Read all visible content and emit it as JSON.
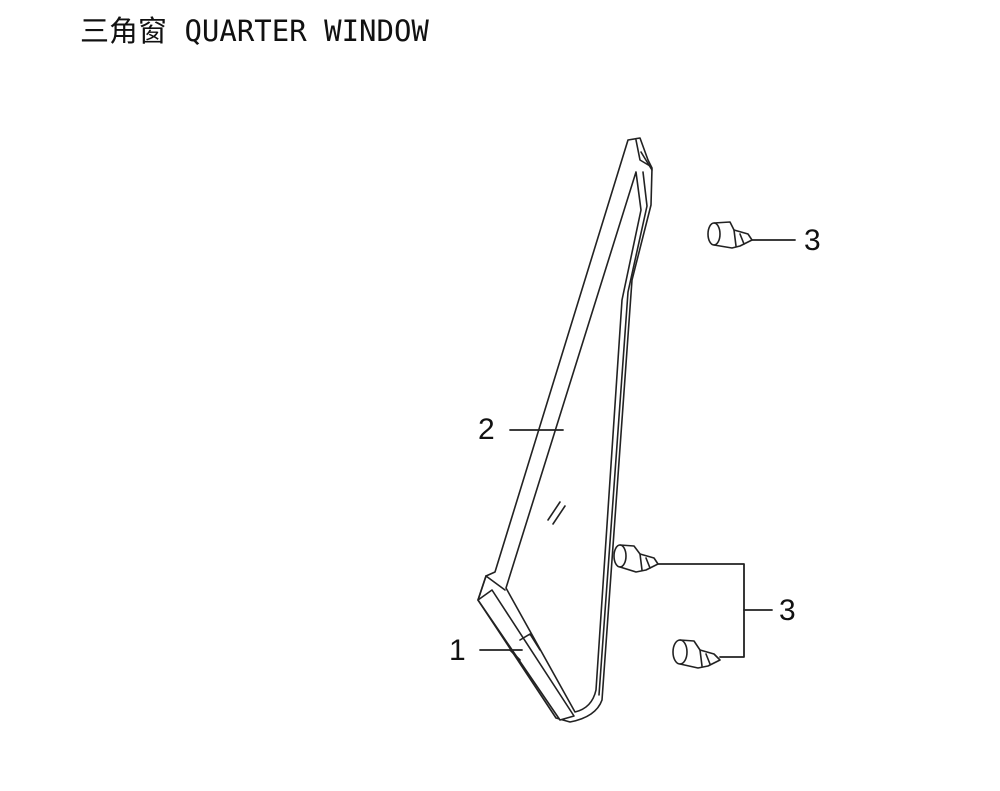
{
  "title": "三角窗 QUARTER WINDOW",
  "callouts": [
    {
      "id": "callout-1",
      "label": "1"
    },
    {
      "id": "callout-2",
      "label": "2"
    },
    {
      "id": "callout-3-top",
      "label": "3"
    },
    {
      "id": "callout-3-bottom",
      "label": "3"
    }
  ]
}
